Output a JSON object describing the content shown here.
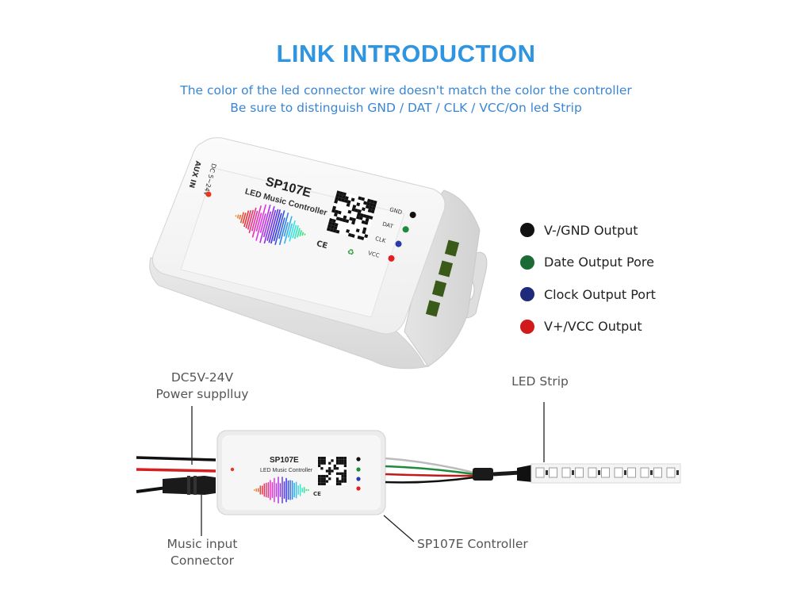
{
  "header": {
    "title": "LINK INTRODUCTION",
    "subtitle_line1": "The color of the led connector wire doesn't match the color the controller",
    "subtitle_line2": "Be sure to distinguish GND / DAT / CLK / VCC/On led Strip"
  },
  "device": {
    "model": "SP107E",
    "subtitle": "LED Music Controller",
    "voltage_label": "DC 5~24V",
    "aux_label": "AUX IN",
    "port_labels": [
      "GND",
      "DAT",
      "CLK",
      "VCC"
    ],
    "cert_label": "CE"
  },
  "legend": {
    "items": [
      {
        "label": "V-/GND Output",
        "color": "#111111"
      },
      {
        "label": "Date Output Pore",
        "color": "#1d6b34"
      },
      {
        "label": "Clock Output Port",
        "color": "#1f2a7a"
      },
      {
        "label": "V+/VCC Output",
        "color": "#d11a1a"
      }
    ]
  },
  "diagram": {
    "power_label_line1": "DC5V-24V",
    "power_label_line2": "Power supplluy",
    "strip_label": "LED Strip",
    "music_label_line1": "Music input",
    "music_label_line2": "Connector",
    "controller_label": "SP107E Controller"
  }
}
